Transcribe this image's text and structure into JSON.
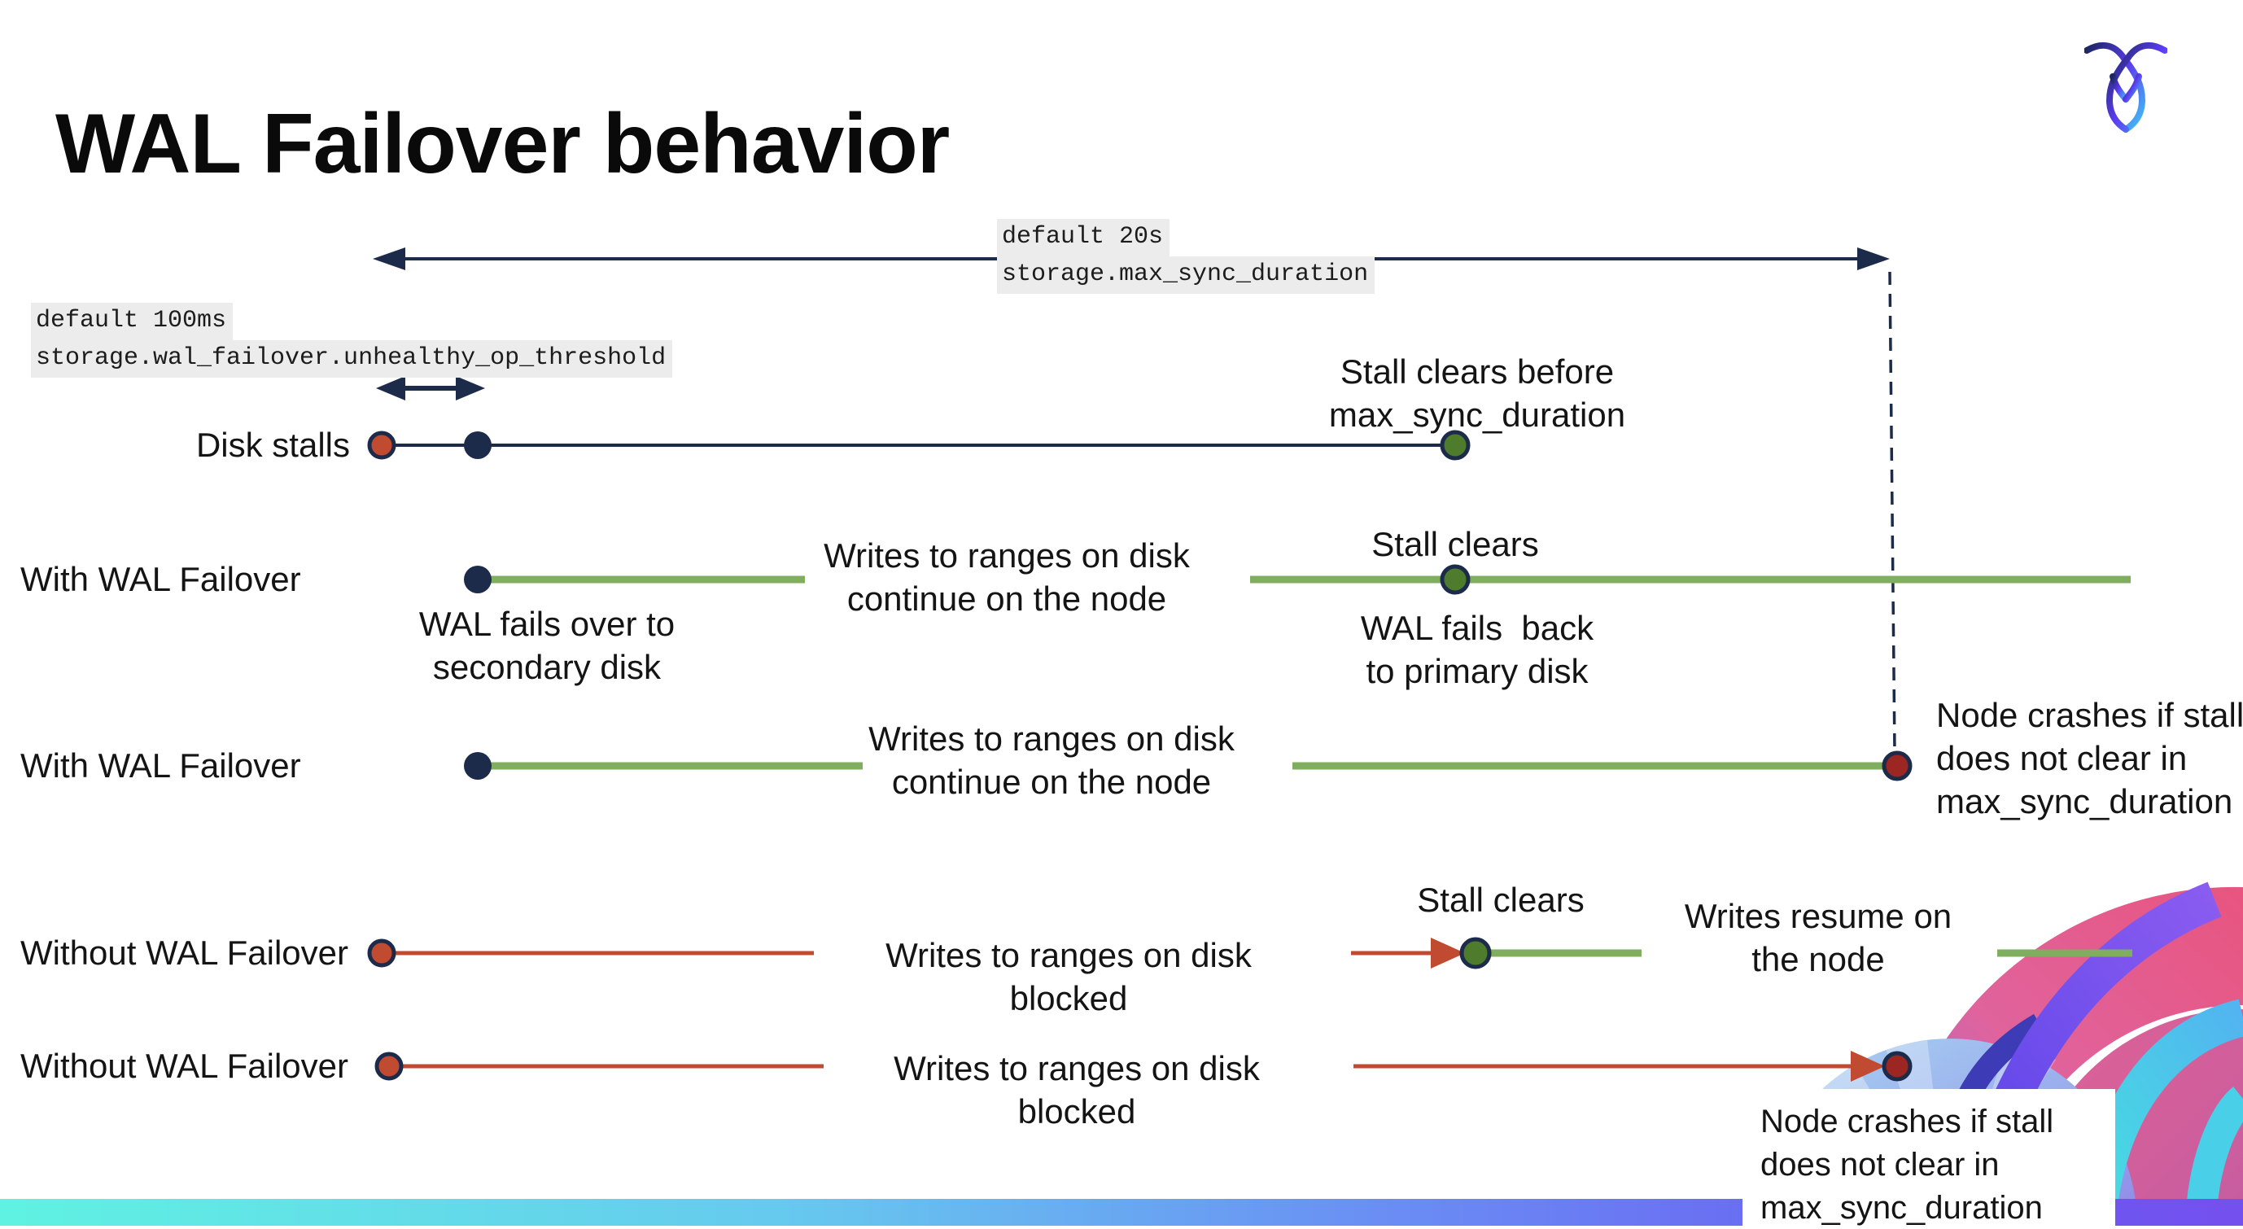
{
  "title": "WAL Failover behavior",
  "annotations": {
    "max_sync_default": "default 20s",
    "max_sync_setting": "storage.max_sync_duration",
    "threshold_default": "default 100ms",
    "threshold_setting": "storage.wal_failover.unhealthy_op_threshold"
  },
  "row_labels": {
    "disk_stalls": "Disk stalls",
    "with_wal_1": "With WAL Failover",
    "with_wal_2": "With WAL Failover",
    "without_wal_1": "Without WAL Failover",
    "without_wal_2": "Without WAL Failover"
  },
  "events": {
    "stall_clears_before": "Stall clears before\nmax_sync_duration",
    "stall_clears_with": "Stall clears",
    "wal_fails_over": "WAL fails over to\nsecondary disk",
    "wal_fails_back": "WAL fails  back\nto primary disk",
    "writes_continue_1": "Writes to ranges on disk\ncontinue on the node",
    "writes_continue_2": "Writes to ranges on disk\ncontinue on the node",
    "node_crashes_with": "Node crashes if stall\ndoes not clear in\nmax_sync_duration",
    "writes_blocked_1": "Writes to ranges on disk  blocked",
    "stall_clears_without": "Stall clears",
    "writes_resume": "Writes resume on\nthe node",
    "writes_blocked_2": "Writes to ranges on disk  blocked",
    "node_crashes_without": "Node crashes if stall\ndoes not clear in\nmax_sync_duration"
  },
  "colors": {
    "navy": "#1d2b4b",
    "green_line": "#7faf5e",
    "green_dot": "#4e7c2c",
    "red": "#c14b30",
    "dark_red": "#9c2621",
    "code_bg": "#ececec"
  }
}
